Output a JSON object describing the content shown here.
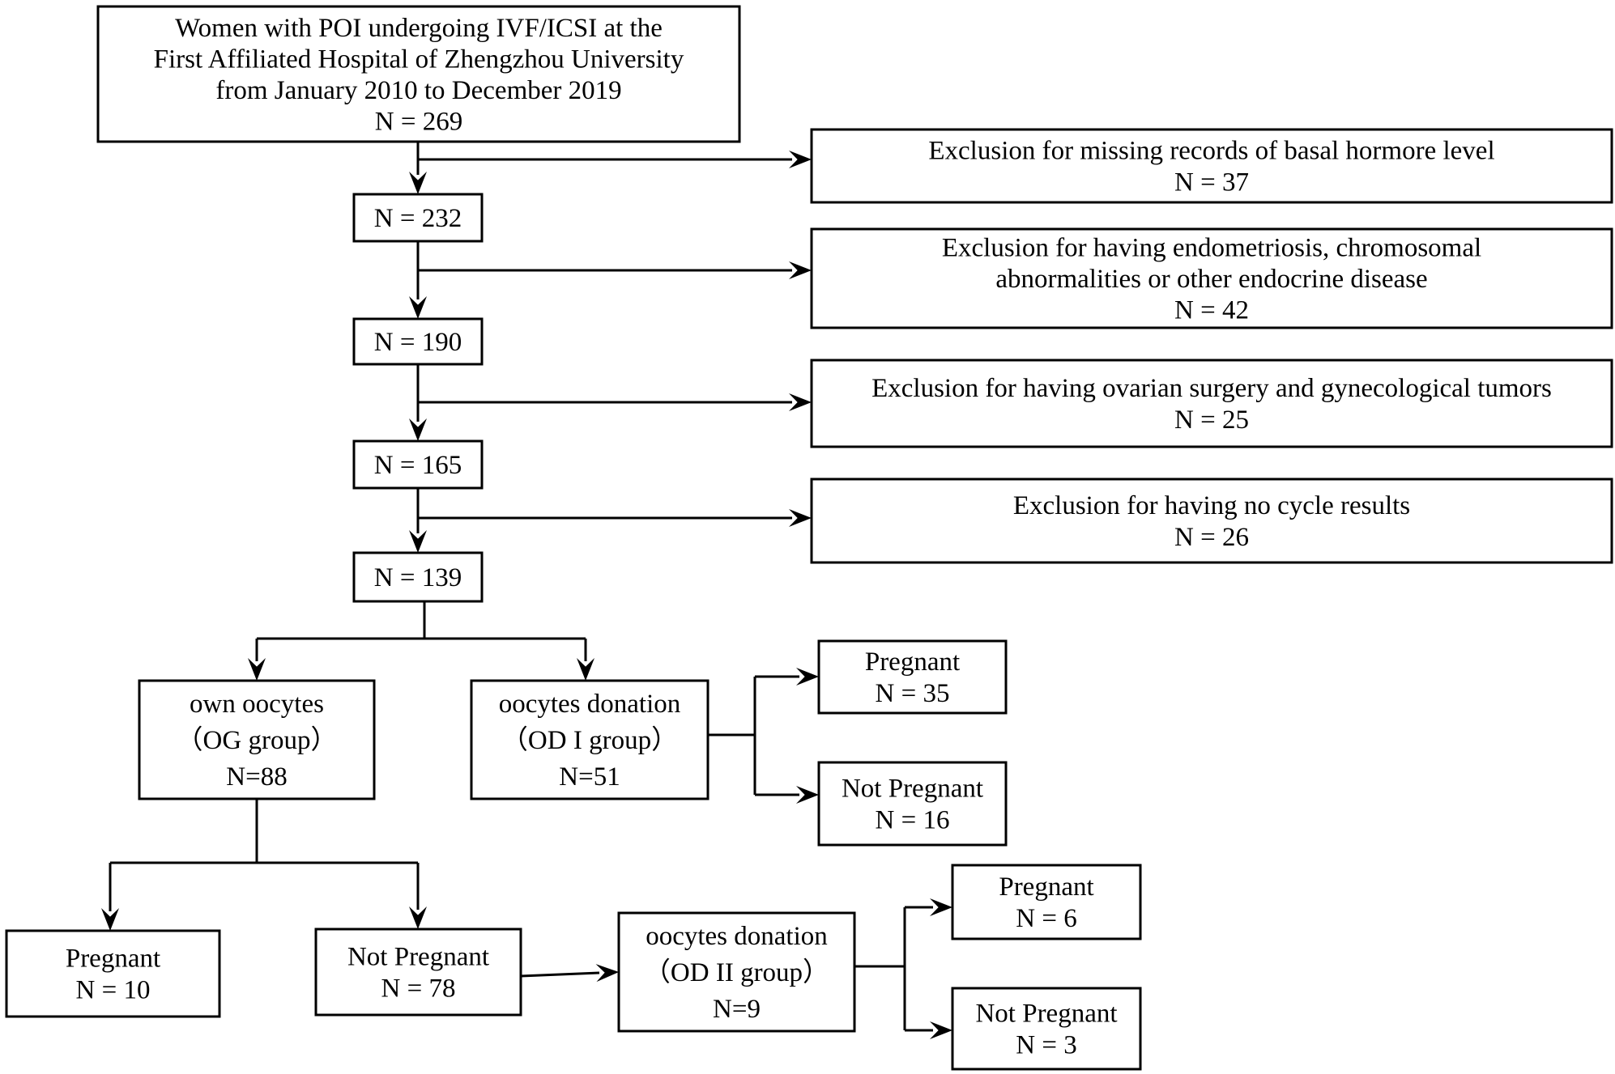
{
  "nodes": {
    "start": [
      "Women with POI undergoing IVF/ICSI at the",
      "First Affiliated Hospital of Zhengzhou University",
      "from January 2010  to December 2019",
      "N = 269"
    ],
    "n232": [
      "N = 232"
    ],
    "n190": [
      "N = 190"
    ],
    "n165": [
      "N = 165"
    ],
    "n139": [
      "N = 139"
    ],
    "excl1": [
      "Exclusion for missing records of basal hormore level",
      "N = 37"
    ],
    "excl2": [
      "Exclusion for having endometriosis, chromosomal",
      "abnormalities or other endocrine disease",
      "N = 42"
    ],
    "excl3": [
      "Exclusion for having ovarian surgery and gynecological tumors",
      "N = 25"
    ],
    "excl4": [
      "Exclusion for  having no cycle results",
      "N = 26"
    ],
    "og": [
      "own oocytes",
      "（OG group）",
      "N=88"
    ],
    "od1": [
      "oocytes donation",
      "（OD I group）",
      "N=51"
    ],
    "od1_preg": [
      "Pregnant",
      "N = 35"
    ],
    "od1_notpreg": [
      "Not Pregnant",
      "N = 16"
    ],
    "og_preg": [
      "Pregnant",
      "N = 10"
    ],
    "og_notpreg": [
      "Not Pregnant",
      "N = 78"
    ],
    "od2": [
      "oocytes donation",
      "（OD II group）",
      "N=9"
    ],
    "od2_preg": [
      "Pregnant",
      "N = 6"
    ],
    "od2_notpreg": [
      "Not Pregnant",
      "N = 3"
    ]
  }
}
